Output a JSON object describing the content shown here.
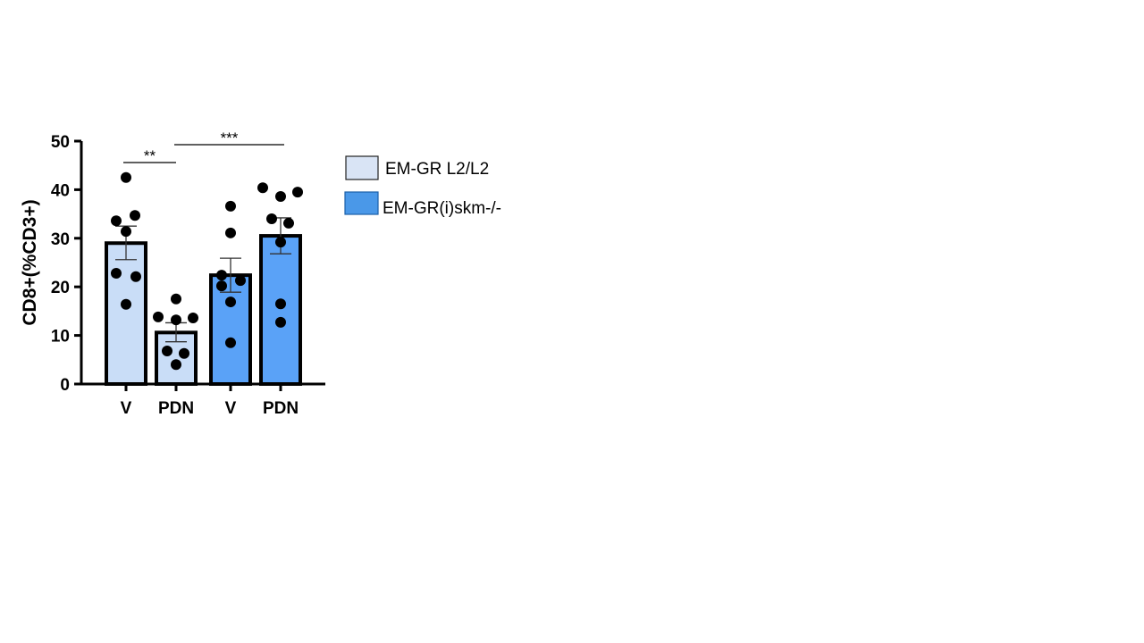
{
  "chart_data": {
    "type": "bar",
    "title": "",
    "xlabel": "",
    "ylabel": "CD8+(%CD3+)",
    "ylim": [
      0,
      50
    ],
    "yticks": [
      0,
      10,
      20,
      30,
      40,
      50
    ],
    "grid": false,
    "legend_position": "right",
    "categories": [
      "V",
      "PDN",
      "V",
      "PDN"
    ],
    "groups": [
      "EM-GR L2/L2",
      "EM-GR L2/L2",
      "EM-GR(i)skm-/-",
      "EM-GR(i)skm-/-"
    ],
    "values": [
      29.0,
      10.6,
      22.4,
      30.5
    ],
    "sem_low": [
      25.6,
      8.7,
      18.9,
      26.8
    ],
    "sem_high": [
      32.5,
      12.6,
      25.9,
      34.2
    ],
    "points": [
      [
        42.5,
        33.6,
        34.7,
        31.4,
        22.8,
        22.1,
        16.4
      ],
      [
        17.5,
        13.8,
        13.2,
        13.6,
        6.8,
        6.3,
        4.0
      ],
      [
        36.6,
        31.1,
        22.4,
        20.2,
        21.3,
        16.9,
        8.5
      ],
      [
        40.4,
        38.6,
        39.5,
        34.0,
        33.1,
        29.2,
        16.5,
        12.7
      ]
    ],
    "legend": [
      {
        "label": "EM-GR L2/L2",
        "color": "#d9e4f5"
      },
      {
        "label": "EM-GR(i)skm-/-",
        "color": "#4a98e8"
      }
    ],
    "bar_colors": [
      "#c9ddf7",
      "#c9ddf7",
      "#5aa2f7",
      "#5aa2f7"
    ],
    "annotations": [
      {
        "label": "**",
        "from": 0,
        "to": 1
      },
      {
        "label": "***",
        "from": 1,
        "to": 3
      }
    ]
  }
}
